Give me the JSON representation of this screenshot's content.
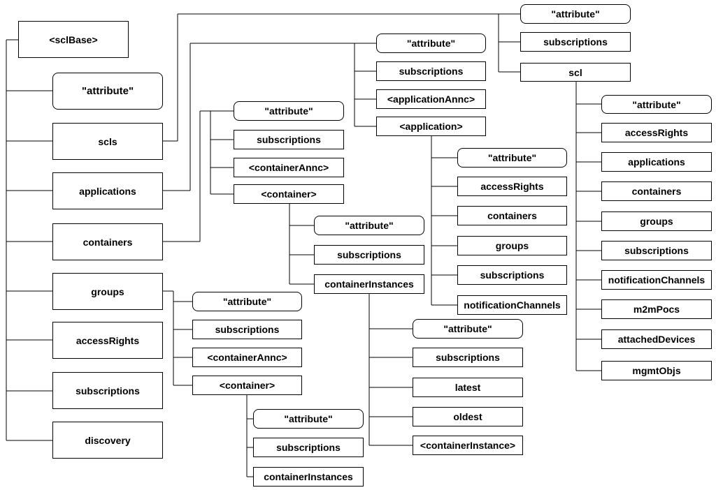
{
  "root": {
    "label": "<sclBase>"
  },
  "base_children": [
    "\"attribute\"",
    "scls",
    "applications",
    "containers",
    "groups",
    "accessRights",
    "subscriptions",
    "discovery"
  ],
  "scls_children": [
    "\"attribute\"",
    "subscriptions",
    "scl"
  ],
  "scl_children": [
    "\"attribute\"",
    "accessRights",
    "applications",
    "containers",
    "groups",
    "subscriptions",
    "notificationChannels",
    "m2mPocs",
    "attachedDevices",
    "mgmtObjs"
  ],
  "applications_children": [
    "\"attribute\"",
    "subscriptions",
    "<applicationAnnc>",
    "<application>"
  ],
  "application_children": [
    "\"attribute\"",
    "accessRights",
    "containers",
    "groups",
    "subscriptions",
    "notificationChannels"
  ],
  "containers_children": [
    "\"attribute\"",
    "subscriptions",
    "<containerAnnc>",
    "<container>"
  ],
  "container_children": [
    "\"attribute\"",
    "subscriptions",
    "containerInstances"
  ],
  "containerInstances_children": [
    "\"attribute\"",
    "subscriptions",
    "latest",
    "oldest",
    "<containerInstance>"
  ],
  "groups_children": [
    "\"attribute\"",
    "subscriptions",
    "<containerAnnc>",
    "<container>"
  ],
  "group_container_children": [
    "\"attribute\"",
    "subscriptions",
    "containerInstances"
  ]
}
